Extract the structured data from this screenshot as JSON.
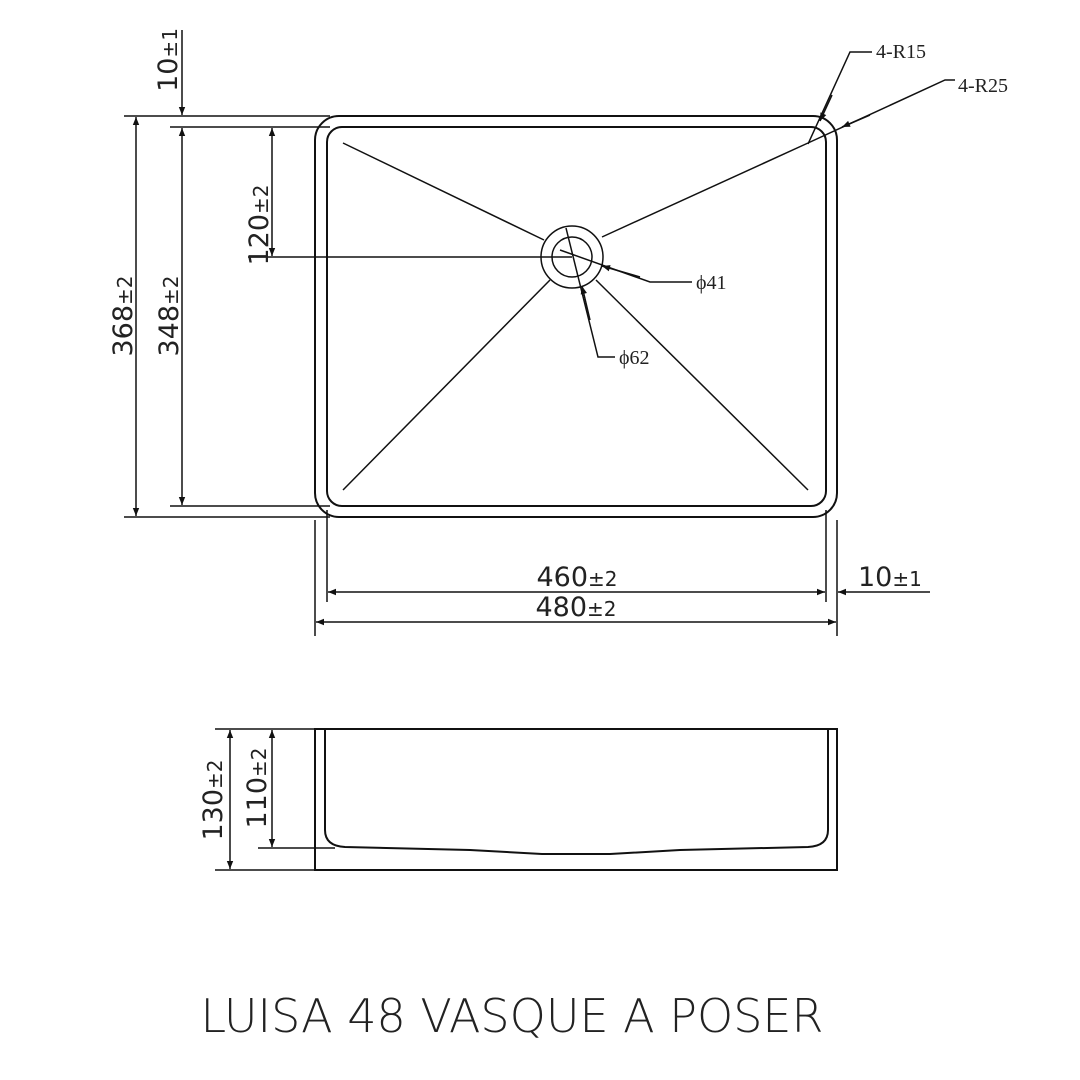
{
  "title": "LUISA 48 VASQUE A POSER",
  "top_view": {
    "dims": {
      "outer_depth": {
        "value": "368",
        "tol": "±2"
      },
      "inner_depth": {
        "value": "348",
        "tol": "±2"
      },
      "rim_top": {
        "value": "10",
        "tol": "±1"
      },
      "drain_offset": {
        "value": "120",
        "tol": "±2"
      },
      "inner_width": {
        "value": "460",
        "tol": "±2"
      },
      "outer_width": {
        "value": "480",
        "tol": "±2"
      },
      "rim_side": {
        "value": "10",
        "tol": "±1"
      }
    },
    "callouts": {
      "r15": "4-R15",
      "r25": "4-R25",
      "d41": "ϕ41",
      "d62": "ϕ62"
    }
  },
  "side_view": {
    "dims": {
      "outer_height": {
        "value": "130",
        "tol": "±2"
      },
      "inner_height": {
        "value": "110",
        "tol": "±2"
      }
    }
  }
}
